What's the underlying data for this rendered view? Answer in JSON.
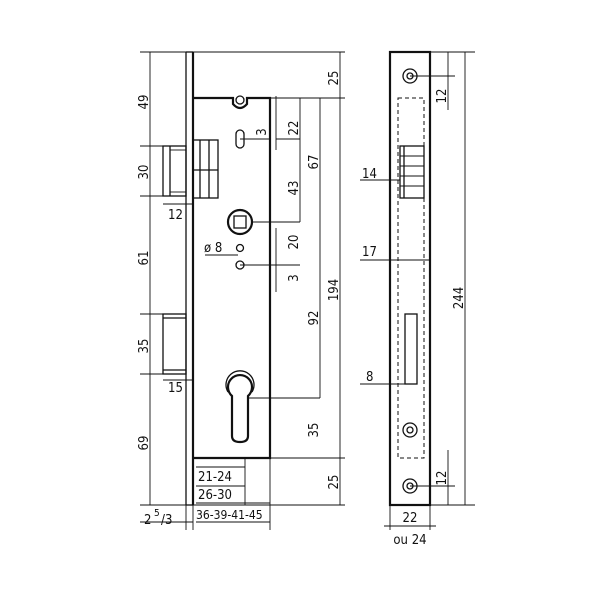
{
  "front_view": {
    "dimensions_left": {
      "top": "49",
      "strike": "30",
      "middle": "61",
      "latch": "35",
      "bottom": "69"
    },
    "dimensions_right": {
      "top_25": "25",
      "d22": "22",
      "d3_top": "3",
      "d67": "67",
      "d43": "43",
      "d20": "20",
      "d3_bottom": "3",
      "d194": "194",
      "d92": "92",
      "d35": "35",
      "bottom_25": "25"
    },
    "callouts": {
      "d12": "12",
      "d15": "15",
      "dia8": "ø 8"
    },
    "backset_table": [
      "21-24",
      "26-30",
      "36-39-41-45"
    ],
    "thickness_base": "2",
    "thickness_sup": "5",
    "thickness_sub": "/3"
  },
  "side_view": {
    "d12_top": "12",
    "d244": "244",
    "d14": "14",
    "d17": "17",
    "d8": "8",
    "d12_bottom": "12",
    "width": "22",
    "width_alt": "ou 24"
  }
}
